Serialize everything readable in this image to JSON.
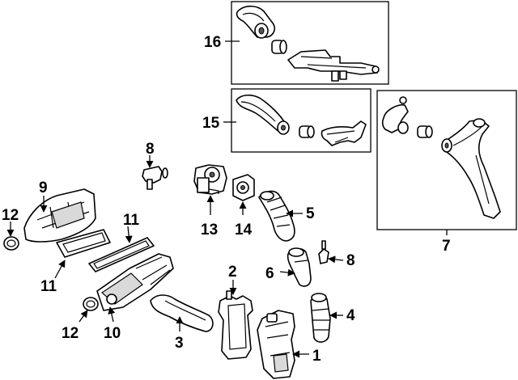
{
  "callouts": {
    "c1": "1",
    "c2": "2",
    "c3": "3",
    "c4": "4",
    "c5": "5",
    "c6": "6",
    "c7": "7",
    "c8a": "8",
    "c8b": "8",
    "c9": "9",
    "c10": "10",
    "c11a": "11",
    "c11b": "11",
    "c12a": "12",
    "c12b": "12",
    "c13": "13",
    "c14": "14",
    "c15": "15",
    "c16": "16"
  }
}
